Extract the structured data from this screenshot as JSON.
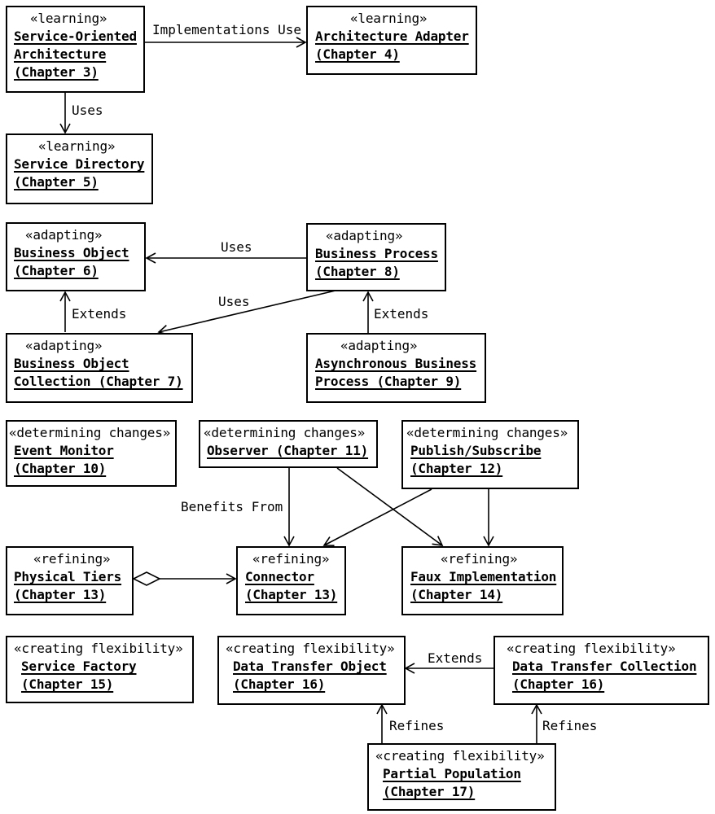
{
  "boxes": {
    "soa": {
      "stereotype": "«learning»",
      "lines": [
        "Service-Oriented",
        "Architecture",
        "(Chapter 3)"
      ]
    },
    "adapter": {
      "stereotype": "«learning»",
      "lines": [
        "Architecture Adapter",
        "(Chapter 4)"
      ]
    },
    "directory": {
      "stereotype": "«learning»",
      "lines": [
        "Service Directory",
        "(Chapter 5)"
      ]
    },
    "bobject": {
      "stereotype": "«adapting»",
      "lines": [
        "Business Object",
        "(Chapter 6)"
      ]
    },
    "bprocess": {
      "stereotype": "«adapting»",
      "lines": [
        "Business Process",
        "(Chapter 8)"
      ]
    },
    "bcollection": {
      "stereotype": "«adapting»",
      "lines": [
        "Business Object",
        "Collection (Chapter 7)"
      ]
    },
    "async": {
      "stereotype": "«adapting»",
      "lines": [
        "Asynchronous Business",
        "Process (Chapter 9)"
      ]
    },
    "eventmon": {
      "stereotype": "«determining changes»",
      "lines": [
        "Event Monitor",
        "(Chapter 10)"
      ]
    },
    "observer": {
      "stereotype": "«determining changes»",
      "lines": [
        "Observer (Chapter 11)"
      ]
    },
    "pubsub": {
      "stereotype": "«determining changes»",
      "lines": [
        "Publish/Subscribe",
        "(Chapter 12)"
      ]
    },
    "tiers": {
      "stereotype": "«refining»",
      "lines": [
        "Physical Tiers",
        "(Chapter 13)"
      ]
    },
    "connector": {
      "stereotype": "«refining»",
      "lines": [
        "Connector",
        "(Chapter 13)"
      ]
    },
    "faux": {
      "stereotype": "«refining»",
      "lines": [
        "Faux Implementation",
        "(Chapter 14)"
      ]
    },
    "factory": {
      "stereotype": "«creating flexibility»",
      "lines": [
        "Service Factory",
        "(Chapter 15)"
      ]
    },
    "dto": {
      "stereotype": "«creating flexibility»",
      "lines": [
        "Data Transfer Object",
        "(Chapter 16)"
      ]
    },
    "dtc": {
      "stereotype": "«creating flexibility»",
      "lines": [
        "Data Transfer Collection",
        "(Chapter 16)"
      ]
    },
    "partial": {
      "stereotype": "«creating flexibility»",
      "lines": [
        "Partial Population",
        "(Chapter 17)"
      ]
    }
  },
  "edge_labels": {
    "implementations_use": "Implementations Use",
    "soa_uses_directory": "Uses",
    "process_uses_object": "Uses",
    "process_uses_collection": "Uses",
    "collection_extends_object": "Extends",
    "async_extends_process": "Extends",
    "benefits_from": "Benefits From",
    "dtc_extends_dto": "Extends",
    "partial_refines_dto": "Refines",
    "partial_refines_dtc": "Refines"
  },
  "colors": {
    "line": "#000000",
    "background": "#ffffff"
  }
}
